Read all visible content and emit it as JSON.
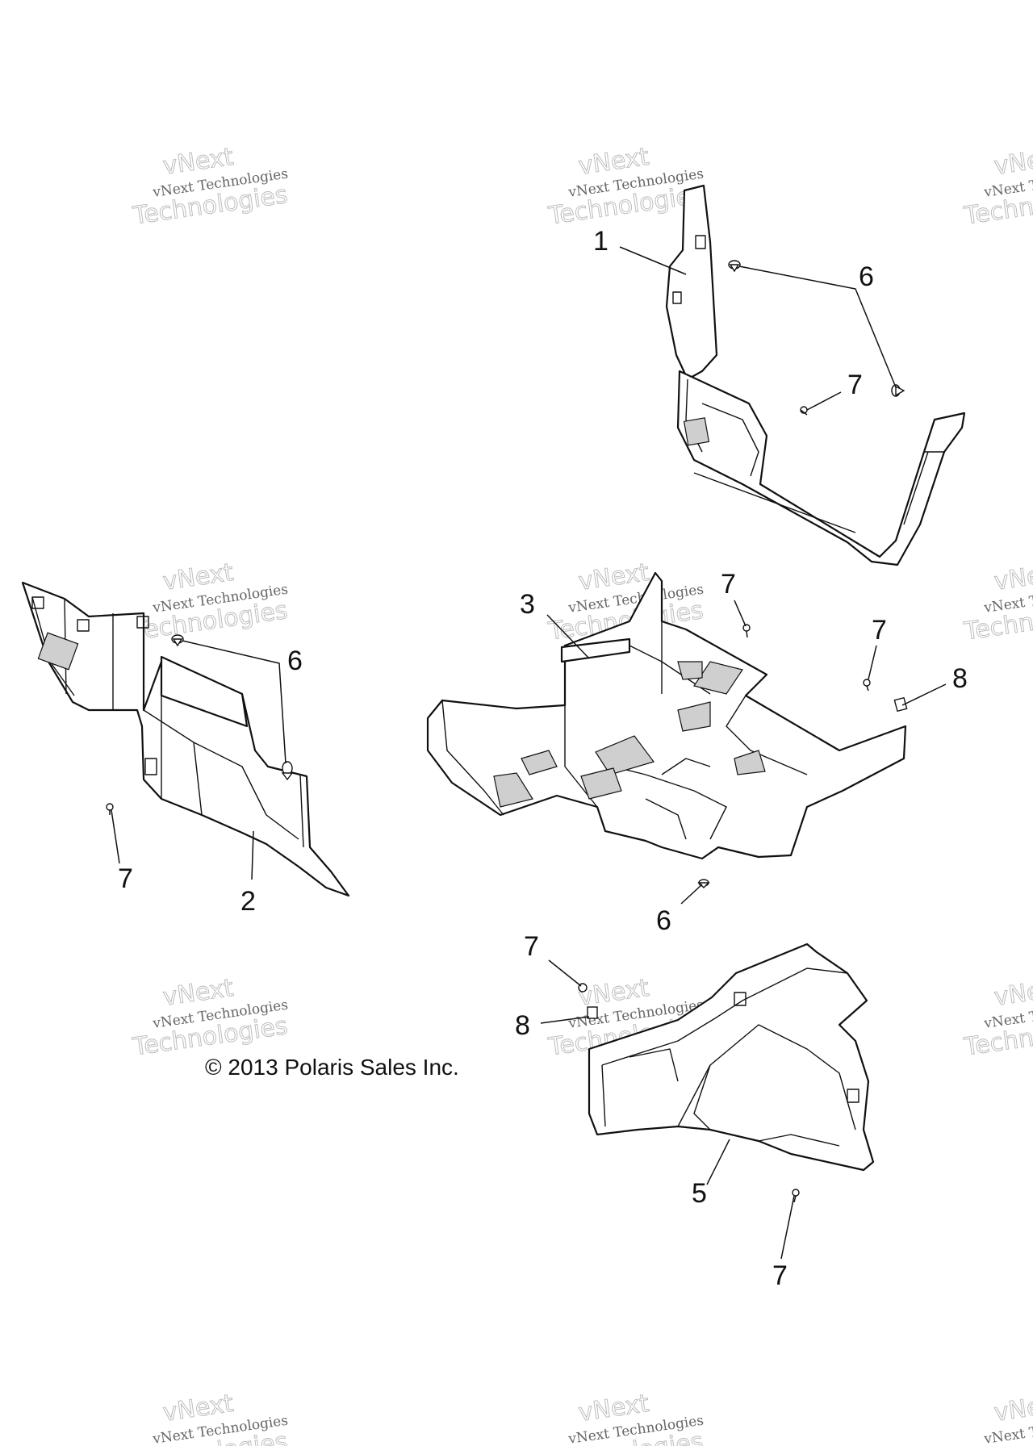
{
  "diagram": {
    "callouts": [
      {
        "id": "c1",
        "label": "1"
      },
      {
        "id": "c6a",
        "label": "6"
      },
      {
        "id": "c7a",
        "label": "7"
      },
      {
        "id": "c3",
        "label": "3"
      },
      {
        "id": "c7b",
        "label": "7"
      },
      {
        "id": "c7c",
        "label": "7"
      },
      {
        "id": "c8a",
        "label": "8"
      },
      {
        "id": "c6b",
        "label": "6"
      },
      {
        "id": "c7d",
        "label": "7"
      },
      {
        "id": "c2",
        "label": "2"
      },
      {
        "id": "c6c",
        "label": "6"
      },
      {
        "id": "c7e",
        "label": "7"
      },
      {
        "id": "c8b",
        "label": "8"
      },
      {
        "id": "c5",
        "label": "5"
      },
      {
        "id": "c7f",
        "label": "7"
      }
    ],
    "copyright": "© 2013 Polaris Sales Inc.",
    "watermark": {
      "line1": "vNext Technologies",
      "line2": "Technologies",
      "arc": "vNext"
    }
  }
}
